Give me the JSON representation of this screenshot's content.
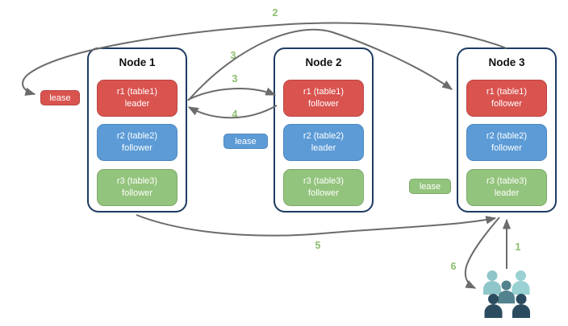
{
  "palette": {
    "background": "#FFFFFF",
    "node_border": "#1D3B63",
    "red_fill": "#D9534F",
    "red_border": "#B94743",
    "blue_fill": "#5C9BD6",
    "blue_border": "#4C88C0",
    "green_fill": "#93C47D",
    "green_border": "#7DA968",
    "arrow": "#6B6B6B",
    "step_label": "#8CBE6E",
    "people_light": "#8FC6C9",
    "people_light2": "#9AD1D3",
    "people_mid": "#51828E",
    "people_dark": "#2B4C5F"
  },
  "nodes": [
    {
      "title": "Node 1",
      "replicas": [
        {
          "name": "r1 (table1)",
          "role": "leader",
          "color": "#D9534F"
        },
        {
          "name": "r2 (table2)",
          "role": "follower",
          "color": "#5C9BD6"
        },
        {
          "name": "r3 (table3)",
          "role": "follower",
          "color": "#93C47D"
        }
      ]
    },
    {
      "title": "Node 2",
      "replicas": [
        {
          "name": "r1 (table1)",
          "role": "follower",
          "color": "#D9534F"
        },
        {
          "name": "r2 (table2)",
          "role": "leader",
          "color": "#5C9BD6"
        },
        {
          "name": "r3 (table3)",
          "role": "follower",
          "color": "#93C47D"
        }
      ]
    },
    {
      "title": "Node 3",
      "replicas": [
        {
          "name": "r1 (table1)",
          "role": "follower",
          "color": "#D9534F"
        },
        {
          "name": "r2 (table2)",
          "role": "follower",
          "color": "#5C9BD6"
        },
        {
          "name": "r3 (table3)",
          "role": "leader",
          "color": "#93C47D"
        }
      ]
    }
  ],
  "leases": [
    {
      "label": "lease",
      "color": "#D9534F",
      "near": "node1-r1"
    },
    {
      "label": "lease",
      "color": "#5C9BD6",
      "near": "node2-r2"
    },
    {
      "label": "lease",
      "color": "#93C47D",
      "near": "node3-r3"
    }
  ],
  "steps": {
    "1": "1",
    "2": "2",
    "3a": "3",
    "3b": "3",
    "4": "4",
    "5": "5",
    "6": "6"
  },
  "arrows": [
    {
      "step": "1",
      "from": "clients",
      "to": "node3-bottom"
    },
    {
      "step": "2",
      "from": "node3-top",
      "to": "red-lease"
    },
    {
      "step": "3",
      "from": "node1-r1-leader",
      "to": "node2-r1-follower"
    },
    {
      "step": "3",
      "from": "node1-r1-leader",
      "to": "node3-r1-follower"
    },
    {
      "step": "4",
      "from": "node2-r1-follower",
      "to": "node1-r1-leader"
    },
    {
      "step": "5",
      "from": "node1-bottom",
      "to": "node3-bottom"
    },
    {
      "step": "6",
      "from": "node3-bottom",
      "to": "clients"
    }
  ],
  "icons": {
    "clients": "people-group-icon"
  }
}
